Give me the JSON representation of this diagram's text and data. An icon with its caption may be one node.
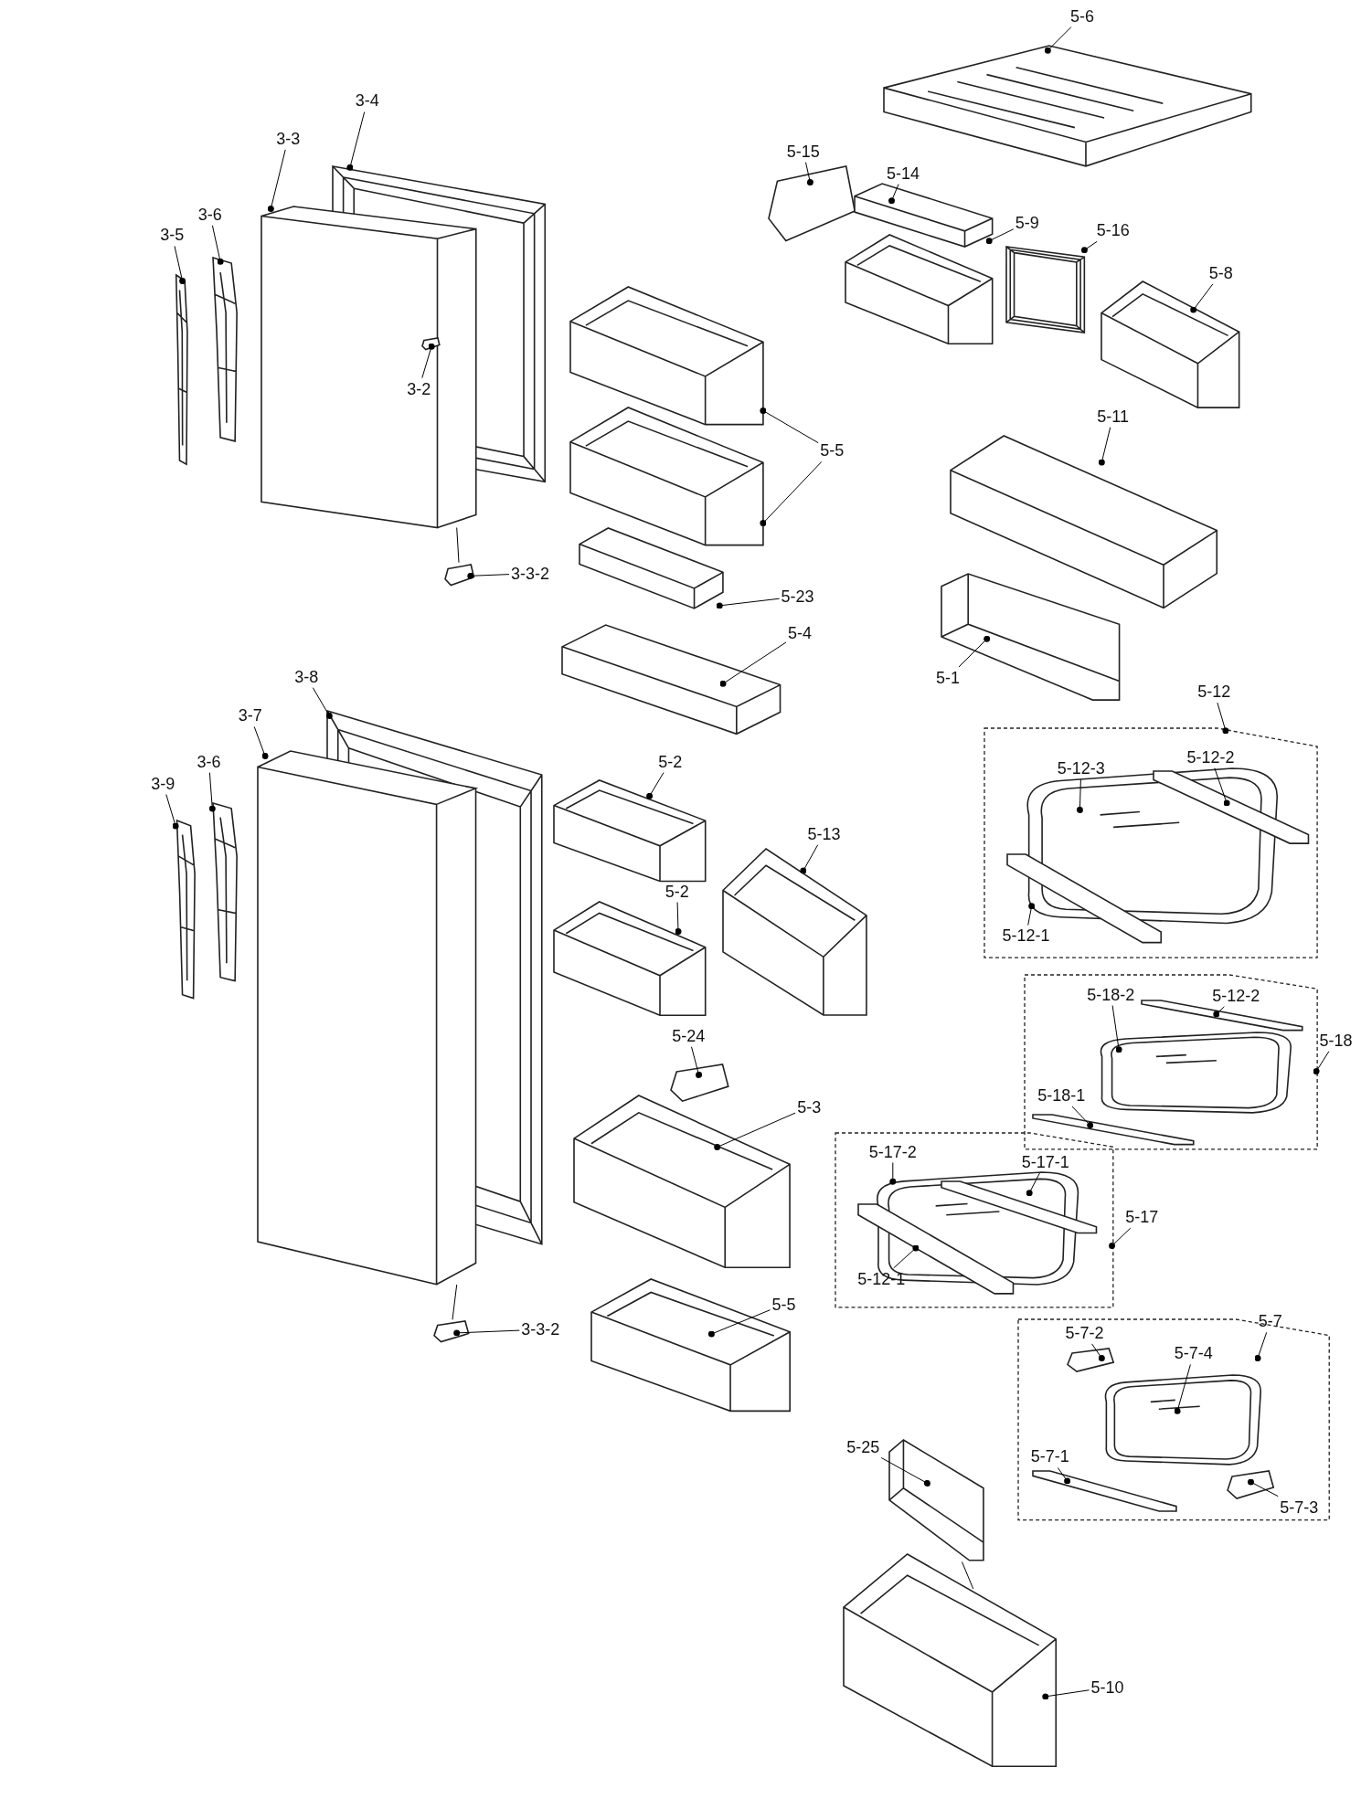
{
  "diagram": {
    "nodes": [
      {
        "text": [],
        "shape": "picture"
      },
      {
        "text": [],
        "shape": "picture"
      },
      {
        "text": [],
        "shape": "picture"
      },
      {
        "text": [],
        "shape": "picture"
      },
      {
        "text": [],
        "shape": "picture"
      },
      {
        "text": [],
        "shape": "picture"
      },
      {
        "text": [],
        "shape": "picture"
      },
      {
        "text": [],
        "shape": "picture"
      },
      {
        "text": [],
        "shape": "picture"
      },
      {
        "text": [],
        "shape": "picture"
      },
      {
        "text": [],
        "shape": "picture"
      },
      {
        "text": [],
        "shape": "picture"
      },
      {
        "text": [],
        "shape": "picture"
      },
      {
        "text": [],
        "shape": "picture"
      },
      {
        "text": [],
        "shape": "picture"
      },
      {
        "text": [],
        "shape": "picture"
      },
      {
        "text": [],
        "shape": "picture"
      },
      {
        "text": [],
        "shape": "picture"
      },
      {
        "text": [],
        "shape": "box"
      },
      {
        "text": [],
        "shape": "picture",
        "in": 18
      },
      {
        "text": [],
        "shape": "picture",
        "in": 18
      },
      {
        "text": [],
        "shape": "picture",
        "in": 18
      },
      {
        "text": [],
        "shape": "picture"
      },
      {
        "text": [],
        "shape": "picture"
      },
      {
        "text": [],
        "shape": "picture"
      },
      {
        "text": [],
        "shape": "picture"
      },
      {
        "text": [],
        "shape": "picture"
      },
      {
        "text": [],
        "shape": "picture"
      },
      {
        "text": [],
        "shape": "picture"
      },
      {
        "text": [],
        "shape": "box"
      },
      {
        "text": [],
        "shape": "picture",
        "in": 29
      },
      {
        "text": [],
        "shape": "picture",
        "in": 29
      },
      {
        "text": [],
        "shape": "picture",
        "in": 29
      },
      {
        "text": [],
        "shape": "picture"
      },
      {
        "text": [],
        "shape": "picture"
      },
      {
        "text": [],
        "shape": "box"
      },
      {
        "text": [],
        "shape": "picture",
        "in": 35
      },
      {
        "text": [],
        "shape": "picture",
        "in": 35
      },
      {
        "text": [],
        "shape": "picture",
        "in": 35
      },
      {
        "text": [],
        "shape": "picture"
      },
      {
        "text": [],
        "shape": "picture"
      },
      {
        "text": [],
        "shape": "box"
      },
      {
        "text": [],
        "shape": "picture",
        "in": 41
      },
      {
        "text": [],
        "shape": "picture",
        "in": 41
      },
      {
        "text": [],
        "shape": "picture",
        "in": 41
      },
      {
        "text": [],
        "shape": "picture",
        "in": 41
      },
      {
        "text": [],
        "shape": "picture"
      },
      {
        "text": [],
        "shape": "picture"
      },
      {
        "text": [
          "5-6"
        ]
      },
      {
        "text": [
          "3-4"
        ]
      },
      {
        "text": [
          "5-15"
        ]
      },
      {
        "text": [
          "5-14"
        ]
      },
      {
        "text": [
          "3-3"
        ]
      },
      {
        "text": [
          "5-9"
        ]
      },
      {
        "text": [
          "3-6"
        ]
      },
      {
        "text": [
          "3-5"
        ]
      },
      {
        "text": [
          "5-16"
        ]
      },
      {
        "text": [
          "5-8"
        ]
      },
      {
        "text": [
          "3-2"
        ]
      },
      {
        "text": [
          "5-11"
        ]
      },
      {
        "text": [
          "5-5"
        ]
      },
      {
        "text": [
          "3-3-2"
        ]
      },
      {
        "text": [
          "5-23"
        ]
      },
      {
        "text": [
          "5-4"
        ]
      },
      {
        "text": [
          "5-1"
        ]
      },
      {
        "text": [
          "5-12"
        ]
      },
      {
        "text": [
          "3-8"
        ]
      },
      {
        "text": [
          "3-7"
        ]
      },
      {
        "text": [
          "5-12-3"
        ],
        "in": 18
      },
      {
        "text": [
          "5-12-2"
        ],
        "in": 18
      },
      {
        "text": [
          "3-6"
        ]
      },
      {
        "text": [
          "3-9"
        ]
      },
      {
        "text": [
          "5-2"
        ]
      },
      {
        "text": [
          "5-13"
        ]
      },
      {
        "text": [
          "5-12-1"
        ],
        "in": 18
      },
      {
        "text": [
          "5-2"
        ]
      },
      {
        "text": [
          "5-18-2"
        ],
        "in": 29
      },
      {
        "text": [
          "5-12-2"
        ],
        "in": 29
      },
      {
        "text": [
          "5-18"
        ]
      },
      {
        "text": [
          "5-24"
        ]
      },
      {
        "text": [
          "5-18-1"
        ],
        "in": 29
      },
      {
        "text": [
          "5-3"
        ]
      },
      {
        "text": [
          "5-17-2"
        ],
        "in": 35
      },
      {
        "text": [
          "5-17-1"
        ],
        "in": 35
      },
      {
        "text": [
          "5-17"
        ]
      },
      {
        "text": [
          "5-12-1"
        ],
        "in": 35
      },
      {
        "text": [
          "5-5"
        ]
      },
      {
        "text": [
          "3-3-2"
        ]
      },
      {
        "text": [
          "5-7"
        ]
      },
      {
        "text": [
          "5-7-2"
        ],
        "in": 41
      },
      {
        "text": [
          "5-7-4"
        ],
        "in": 41
      },
      {
        "text": [
          "5-25"
        ]
      },
      {
        "text": [
          "5-7-1"
        ],
        "in": 41
      },
      {
        "text": [
          "5-7-3"
        ],
        "in": 41
      },
      {
        "text": [
          "5-10"
        ]
      }
    ],
    "edges": [
      {
        "from": 48,
        "to": 0,
        "arrow": "other"
      },
      {
        "from": 49,
        "to": 1,
        "arrow": "other"
      },
      {
        "from": 50,
        "to": 2,
        "arrow": "other"
      },
      {
        "from": 51,
        "to": 3,
        "arrow": "other"
      },
      {
        "from": 52,
        "to": 4,
        "arrow": "other"
      },
      {
        "from": 53,
        "to": 7,
        "arrow": "other"
      },
      {
        "from": 54,
        "to": 5,
        "arrow": "other"
      },
      {
        "from": 55,
        "to": 6,
        "arrow": "other"
      },
      {
        "from": 56,
        "to": 8,
        "arrow": "other"
      },
      {
        "from": 57,
        "to": 9,
        "arrow": "other"
      },
      {
        "from": 58,
        "to": 10,
        "arrow": "other"
      },
      {
        "from": 59,
        "to": 13,
        "arrow": "other"
      },
      {
        "from": 60,
        "to": 11,
        "arrow": "other"
      },
      {
        "from": 60,
        "to": 12,
        "arrow": "other"
      },
      {
        "from": 61,
        "to": 14,
        "arrow": "other"
      },
      {
        "from": 62,
        "to": 15,
        "arrow": "other"
      },
      {
        "from": 63,
        "to": 16,
        "arrow": "other"
      },
      {
        "from": 64,
        "to": 17,
        "arrow": "other"
      },
      {
        "from": 65,
        "to": 18,
        "arrow": "other"
      },
      {
        "from": 66,
        "to": 22,
        "arrow": "other"
      },
      {
        "from": 67,
        "to": 23,
        "arrow": "other"
      },
      {
        "from": 68,
        "to": 19,
        "arrow": "other"
      },
      {
        "from": 69,
        "to": 20,
        "arrow": "other"
      },
      {
        "from": 70,
        "to": 25,
        "arrow": "other"
      },
      {
        "from": 71,
        "to": 24,
        "arrow": "other"
      },
      {
        "from": 72,
        "to": 26,
        "arrow": "other"
      },
      {
        "from": 73,
        "to": 27,
        "arrow": "other"
      },
      {
        "from": 74,
        "to": 21,
        "arrow": "other"
      },
      {
        "from": 75,
        "to": 28,
        "arrow": "other"
      },
      {
        "from": 76,
        "to": 30,
        "arrow": "other"
      },
      {
        "from": 77,
        "to": 31,
        "arrow": "other"
      },
      {
        "from": 78,
        "to": 29,
        "arrow": "other"
      },
      {
        "from": 79,
        "to": 33,
        "arrow": "other"
      },
      {
        "from": 80,
        "to": 32,
        "arrow": "other"
      },
      {
        "from": 81,
        "to": 34,
        "arrow": "other"
      },
      {
        "from": 82,
        "to": 36,
        "arrow": "other"
      },
      {
        "from": 83,
        "to": 37,
        "arrow": "other"
      },
      {
        "from": 84,
        "to": 35,
        "arrow": "other"
      },
      {
        "from": 85,
        "to": 38,
        "arrow": "other"
      },
      {
        "from": 86,
        "to": 39,
        "arrow": "other"
      },
      {
        "from": 87,
        "to": 40,
        "arrow": "other"
      },
      {
        "from": 88,
        "to": 41,
        "arrow": "other"
      },
      {
        "from": 89,
        "to": 42,
        "arrow": "other"
      },
      {
        "from": 90,
        "to": 43,
        "arrow": "other"
      },
      {
        "from": 91,
        "to": 46,
        "arrow": "other"
      },
      {
        "from": 92,
        "to": 44,
        "arrow": "other"
      },
      {
        "from": 93,
        "to": 45,
        "arrow": "other"
      },
      {
        "from": 94,
        "to": 47,
        "arrow": "other"
      },
      {
        "from": 14,
        "to": 4,
        "arrow": "none"
      },
      {
        "from": 40,
        "to": 23,
        "arrow": "none"
      },
      {
        "from": 46,
        "to": 47,
        "arrow": "none"
      }
    ]
  }
}
